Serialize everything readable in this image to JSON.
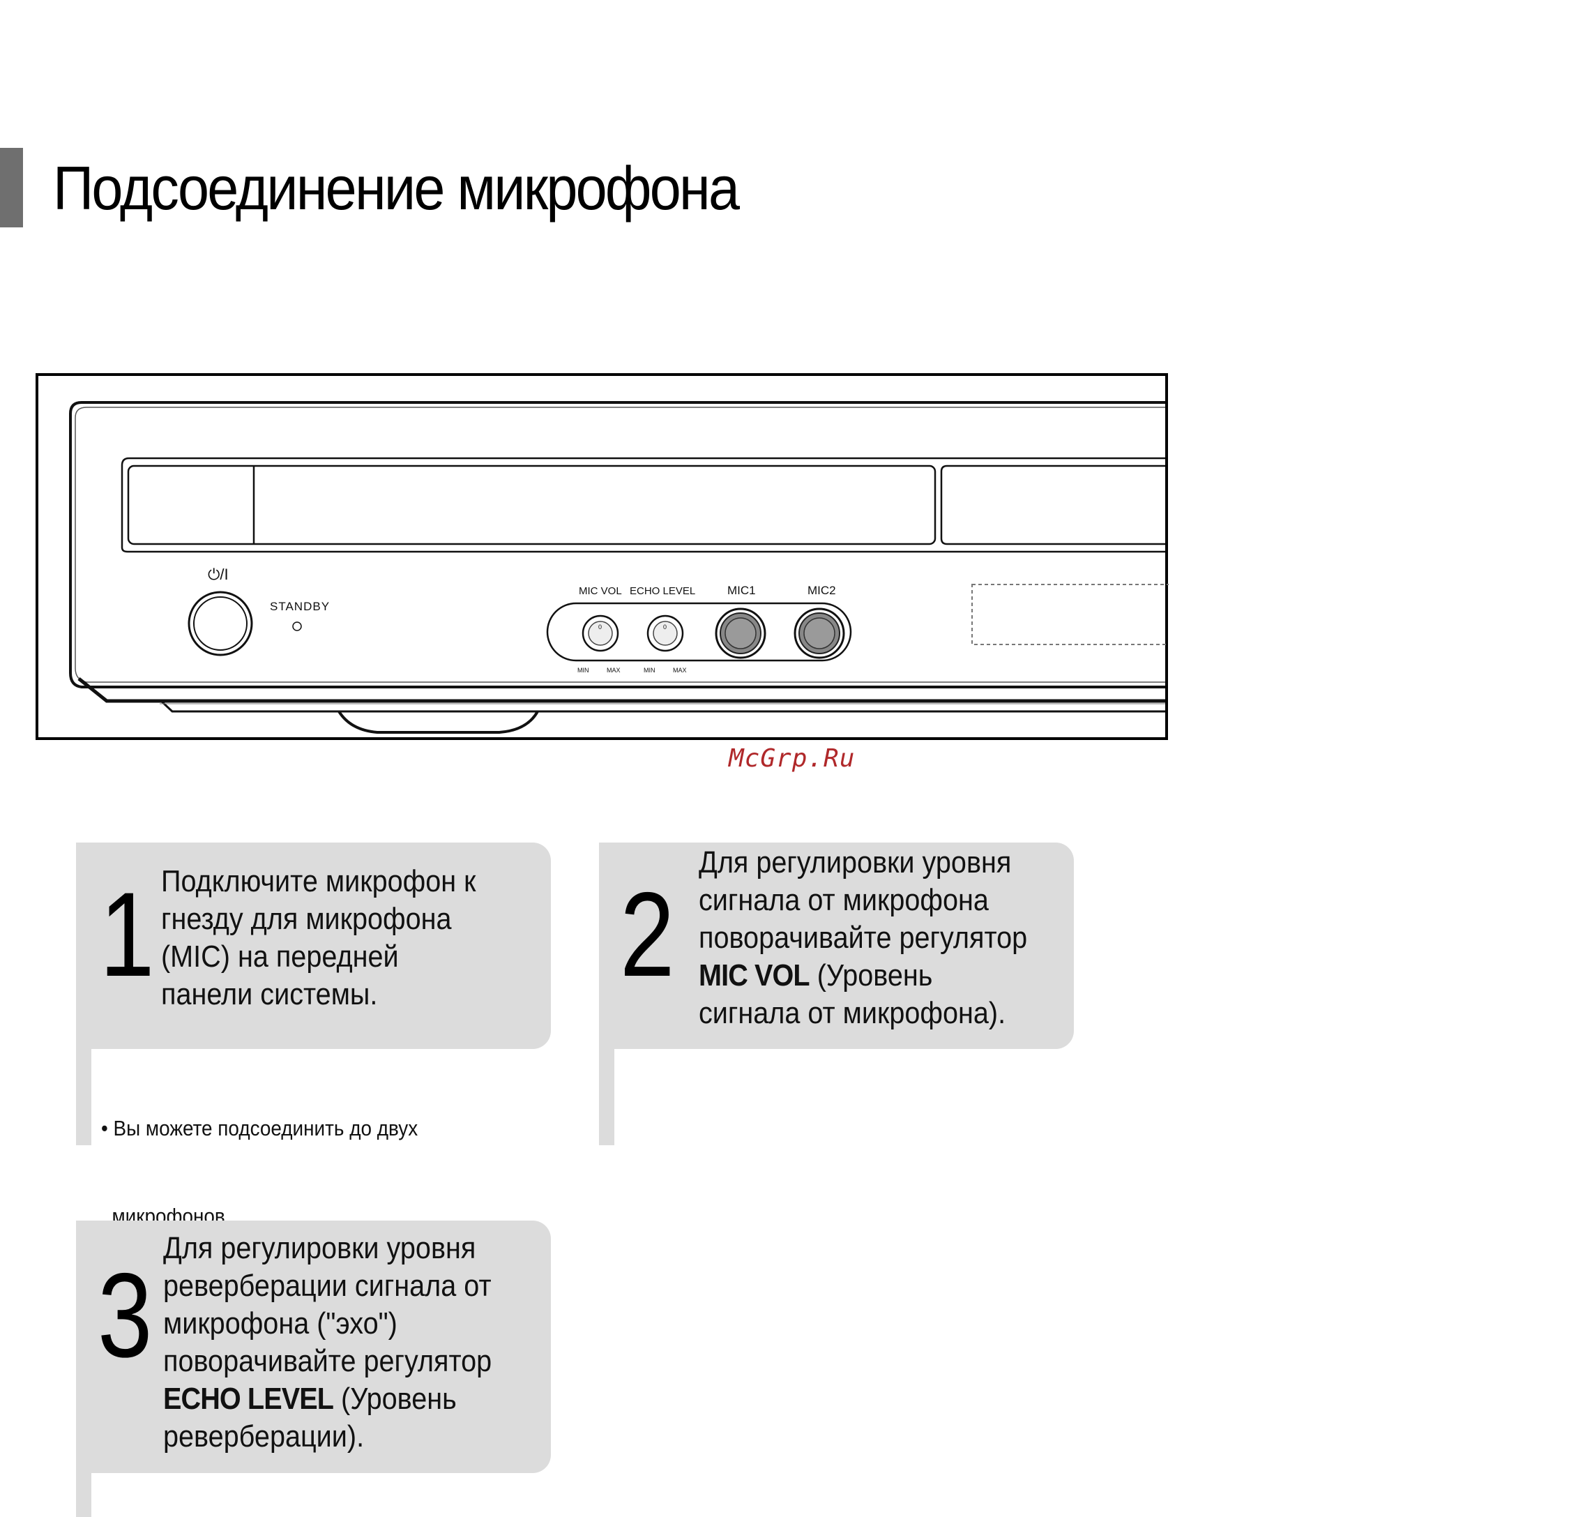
{
  "page": {
    "title": "Подсоединение микрофона"
  },
  "device": {
    "power_symbol": "⏻/I",
    "standby_label": "STANDBY",
    "mic_vol_label": "MIC VOL",
    "echo_level_label": "ECHO LEVEL",
    "mic1_label": "MIC1",
    "mic2_label": "MIC2",
    "knob_min": "MIN",
    "knob_max": "MAX",
    "knob_zero": "0"
  },
  "watermark": "McGrp.Ru",
  "steps": [
    {
      "number": "1",
      "lines": [
        "Подключите микрофон к",
        "гнезду для микрофона",
        "(MIC) на передней",
        "панели системы."
      ],
      "note": [
        "• Вы можете подсоединить до двух",
        "  микрофонов."
      ]
    },
    {
      "number": "2",
      "lines": [
        "Для регулировки уровня",
        "сигнала от микрофона",
        "поворачивайте регулятор"
      ],
      "bold": "MIC VOL",
      "bold_suffix": " (Уровень",
      "last_line": "сигнала от микрофона)."
    },
    {
      "number": "3",
      "lines": [
        "Для регулировки уровня",
        "реверберации сигнала от",
        "микрофона (\"эхо\")",
        "поворачивайте регулятор"
      ],
      "bold": "ECHO LEVEL",
      "bold_suffix": " (Уровень",
      "last_line": "реверберации)."
    }
  ]
}
